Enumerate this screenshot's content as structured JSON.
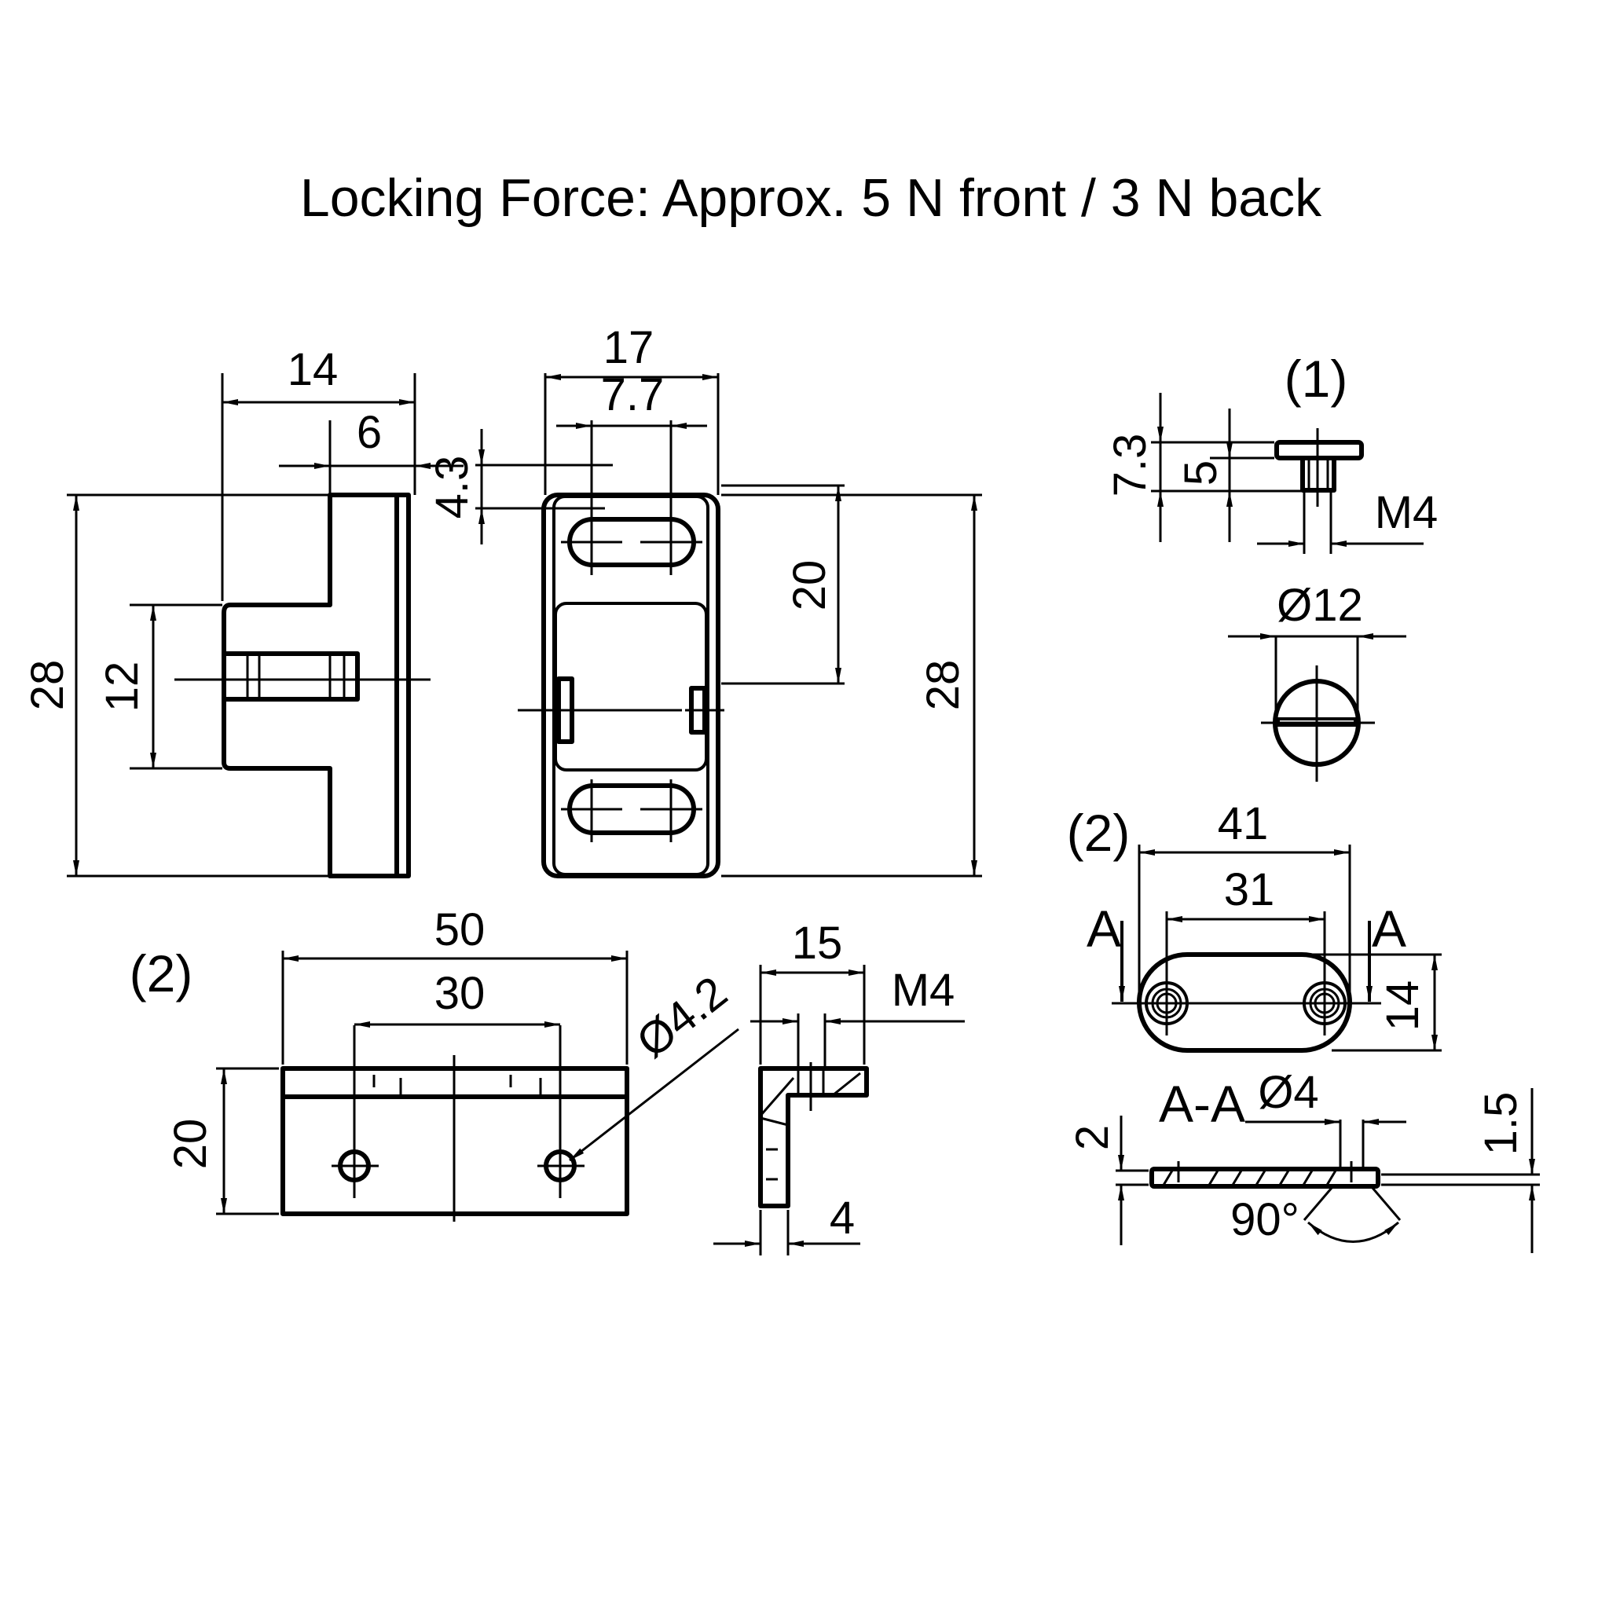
{
  "title": "Locking Force: Approx. 5 N front / 3 N back",
  "colors": {
    "ink": "#000000",
    "background": "#ffffff"
  },
  "side_view": {
    "dims": {
      "width_total": "14",
      "width_flange": "6",
      "height_total": "28",
      "height_body": "12"
    }
  },
  "front_view": {
    "dims": {
      "width_total": "17",
      "slot_spacing": "7.7",
      "slot_height": "4.3",
      "slot_pitch": "20",
      "height_total": "28"
    }
  },
  "part1": {
    "label": "(1)",
    "dims": {
      "height_total": "7.3",
      "height_shank": "5",
      "thread": "M4",
      "diameter": "Ø12"
    }
  },
  "part2_bracket": {
    "label": "(2)",
    "dims": {
      "width_total": "50",
      "hole_spacing": "30",
      "height": "20",
      "hole_diameter": "Ø4.2",
      "depth": "15",
      "thread": "M4",
      "thickness": "4"
    }
  },
  "part2_plate": {
    "label": "(2)",
    "dims": {
      "length_total": "41",
      "hole_spacing": "31",
      "width": "14",
      "section_mark_left": "A",
      "section_mark_right": "A"
    },
    "section": {
      "label": "A-A",
      "hole_diameter": "Ø4",
      "thickness": "2",
      "countersink_depth": "1.5",
      "countersink_angle": "90°"
    }
  }
}
